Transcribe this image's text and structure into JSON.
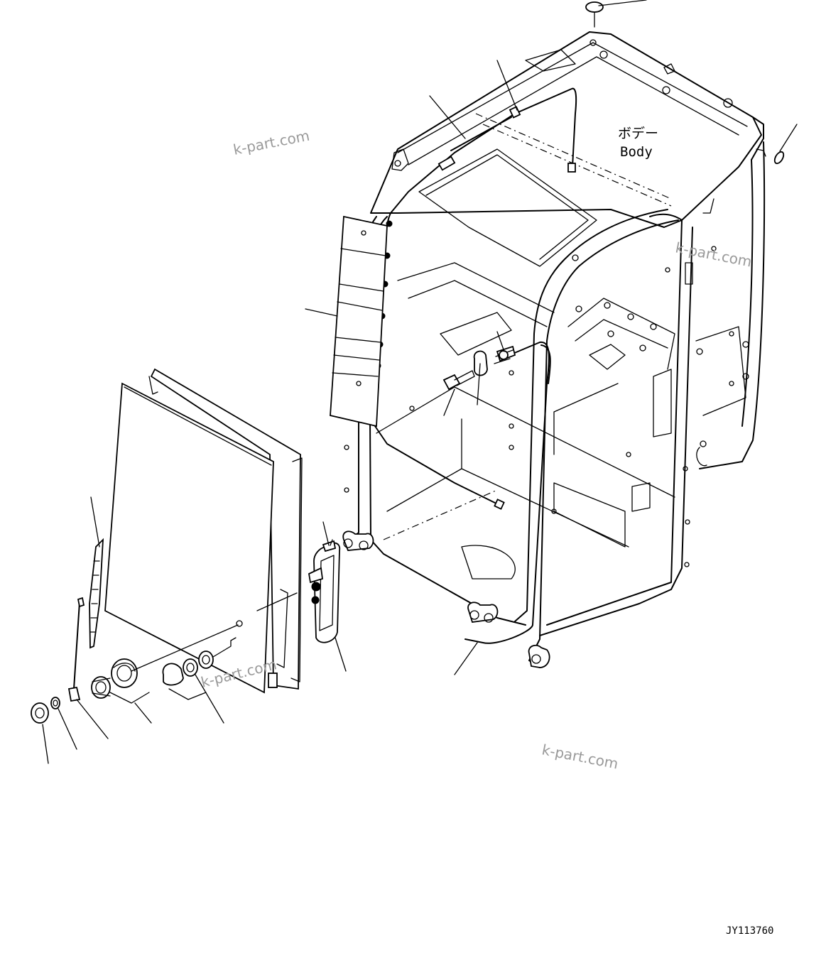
{
  "body_label": {
    "japanese": "ボデー",
    "english": "Body"
  },
  "watermarks": [
    "k-part.com",
    "k-part.com",
    "k-part.com",
    "k-part.com"
  ],
  "drawing_code": "JY113760"
}
